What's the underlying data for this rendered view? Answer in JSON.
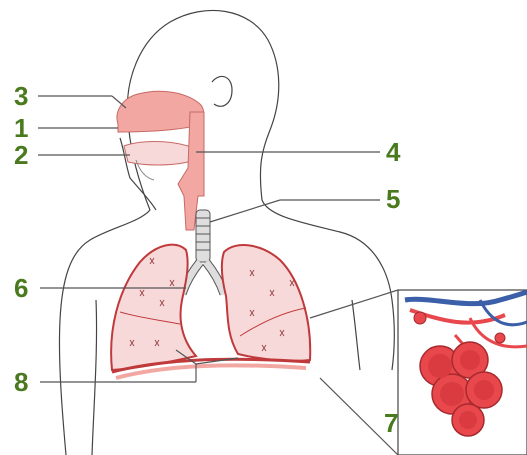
{
  "labels": [
    "3",
    "1",
    "2",
    "4",
    "5",
    "6",
    "8",
    "7"
  ],
  "colors": {
    "label": "#4a7a1e",
    "tissue": "#f2a7a2",
    "lung_fill": "#f7d9da",
    "lung_edge": "#c0393b",
    "alveoli": "#e8474c",
    "vessel_blue": "#3b5fa8"
  }
}
